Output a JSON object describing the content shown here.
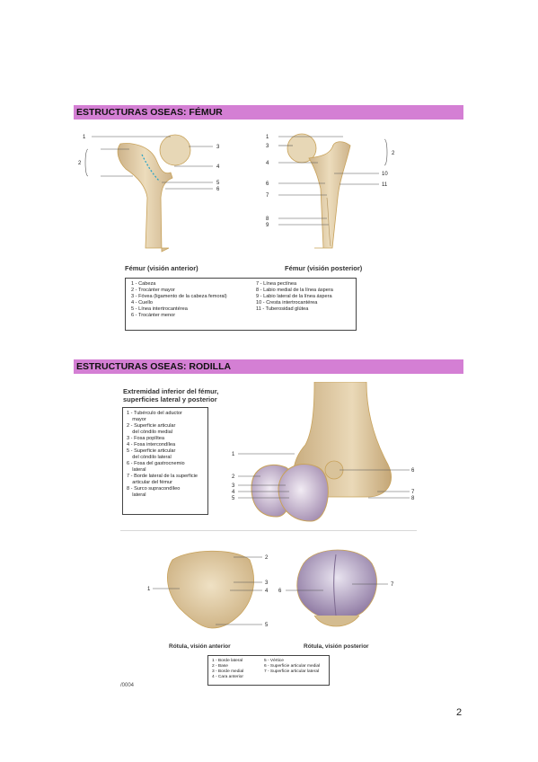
{
  "sections": {
    "femur_title": "ESTRUCTURAS OSEAS: FÉMUR",
    "rodilla_title": "ESTRUCTURAS OSEAS: RODILLA"
  },
  "femur": {
    "caption_anterior": "Fémur (visión anterior)",
    "caption_posterior": "Fémur (visión posterior)",
    "labels_anterior": [
      "1",
      "2",
      "3",
      "4",
      "5",
      "6"
    ],
    "labels_posterior": [
      "1",
      "3",
      "4",
      "2",
      "10",
      "11",
      "6",
      "7",
      "8",
      "9"
    ],
    "legend_left": [
      "1 - Cabeza",
      "2 - Trocánter mayor",
      "3 - Fóvea (ligamento de la cabeza femoral)",
      "4 - Cuello",
      "5 - Línea intertrocantérea",
      "6 - Trocánter menor"
    ],
    "legend_right": [
      "7 - Línea pectínea",
      "8 - Labio medial de la línea áspera",
      "9 - Labio lateral de la línea áspera",
      "10 - Cresta intertrocantérea",
      "11 - Tuberosidad glútea"
    ]
  },
  "rodilla": {
    "heading_line1": "Extremidad inferior del fémur,",
    "heading_line2": "superficies lateral y posterior",
    "legend": [
      "1 - Tubérculo del aductor",
      "    mayor",
      "2 - Superficie articular",
      "    del cóndilo medial",
      "3 - Fosa poplítea",
      "4 - Fosa intercondílea",
      "5 - Superficie articular",
      "    del cóndilo lateral",
      "6 - Fosa del gastrocnemio",
      "    lateral",
      "7 - Borde lateral de la superficie",
      "    articular del fémur",
      "8 - Surco supracondíleo",
      "    lateral"
    ],
    "labels_femur": [
      "1",
      "2",
      "3",
      "4",
      "5",
      "6",
      "7",
      "8"
    ],
    "caption_rotula_anterior": "Rótula, visión anterior",
    "caption_rotula_posterior": "Rótula, visión posterior",
    "labels_rotula_anterior": [
      "1",
      "2",
      "3",
      "4",
      "5"
    ],
    "labels_rotula_posterior": [
      "6",
      "7"
    ],
    "rotula_legend_left": [
      "1 - Borde lateral",
      "2 - Base",
      "3 - Borde medial",
      "4 - Cara anterior"
    ],
    "rotula_legend_right": [
      "5 - Vértice",
      "6 - Superficie articular medial",
      "7 - Superficie articular lateral"
    ]
  },
  "footer": {
    "fragment": "/0004",
    "page_number": "2"
  },
  "colors": {
    "section_bar": "#d47fd4",
    "bone": "#e2cfa8",
    "bone_edge": "#c8a25a",
    "cartilage": "#b9a6c4"
  }
}
